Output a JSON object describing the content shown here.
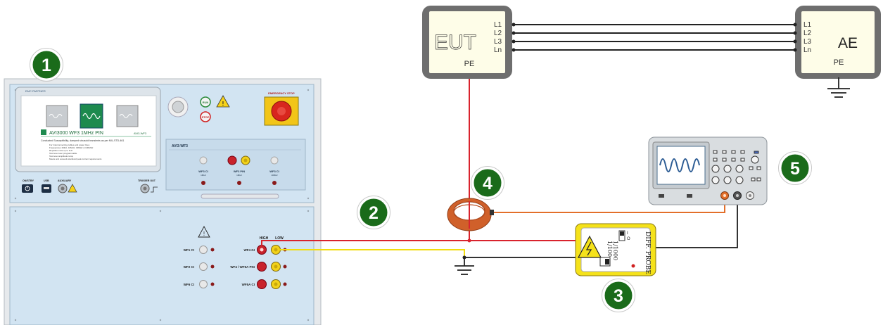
{
  "colors": {
    "panel": "#d2e4f2",
    "badge": "#1a6b1a",
    "wire_red": "#d9232d",
    "wire_yellow": "#f2dc0f",
    "wire_black": "#333333",
    "wire_orange": "#e36f2a",
    "ring": "#d0602a",
    "box_fill": "#fefde8"
  },
  "badges": [
    "1",
    "2",
    "3",
    "4",
    "5"
  ],
  "eut": {
    "name": "EUT",
    "lines": [
      "L1",
      "L2",
      "L3",
      "Ln"
    ],
    "pe": "PE"
  },
  "ae": {
    "name": "AE",
    "lines": [
      "L1",
      "L2",
      "L3",
      "Ln"
    ],
    "pe": "PE"
  },
  "probe": {
    "title": "DIFF. PROBE",
    "ratio1": "1/1000",
    "ratio2": "1/100",
    "toggle_hi": "I",
    "toggle_lo": "O"
  },
  "generator": {
    "brand": "EMC PARTNER",
    "screen_title": "AVI3000 WF3 1MHz PIN",
    "screen_tag": "AVI3-WF3",
    "screen_subtitle": "Conducted Susceptibility, damped sinusoid transients as per MIL-STD-461",
    "screen_bullets": [
      "For Interconnecting cables and power lines",
      "Frequencies 1MHz, 10MHz, 30MHz & 100MHz",
      "Repetition rate up to 1Hz",
      "Test level user programmable",
      "Test level amplitude ramp",
      "Meets and exceeds standard peak current requirements"
    ],
    "run": "RUN",
    "stop": "STOP",
    "emergency": "EMERGENCY STOP",
    "module_title": "AVI3-WF3",
    "module_ports": [
      {
        "label": "WF3 CI",
        "sub": "1MHz"
      },
      {
        "label": "WF3 PIN",
        "sub": "1MHz"
      },
      {
        "label": "WF3 CI",
        "sub": "10MHz"
      }
    ],
    "onstby": "ON/STBY",
    "usb": "USB",
    "auxiliary": "AUXILIARY",
    "trigger_out": "TRIGGER OUT",
    "high": "HIGH",
    "low": "LOW",
    "outputs_left": [
      "WF1 CI",
      "WF2 CI",
      "WF6 CI"
    ],
    "outputs_right": [
      "WF4 GI",
      "WF4 / WF5A PIN",
      "WF5A CI"
    ]
  }
}
